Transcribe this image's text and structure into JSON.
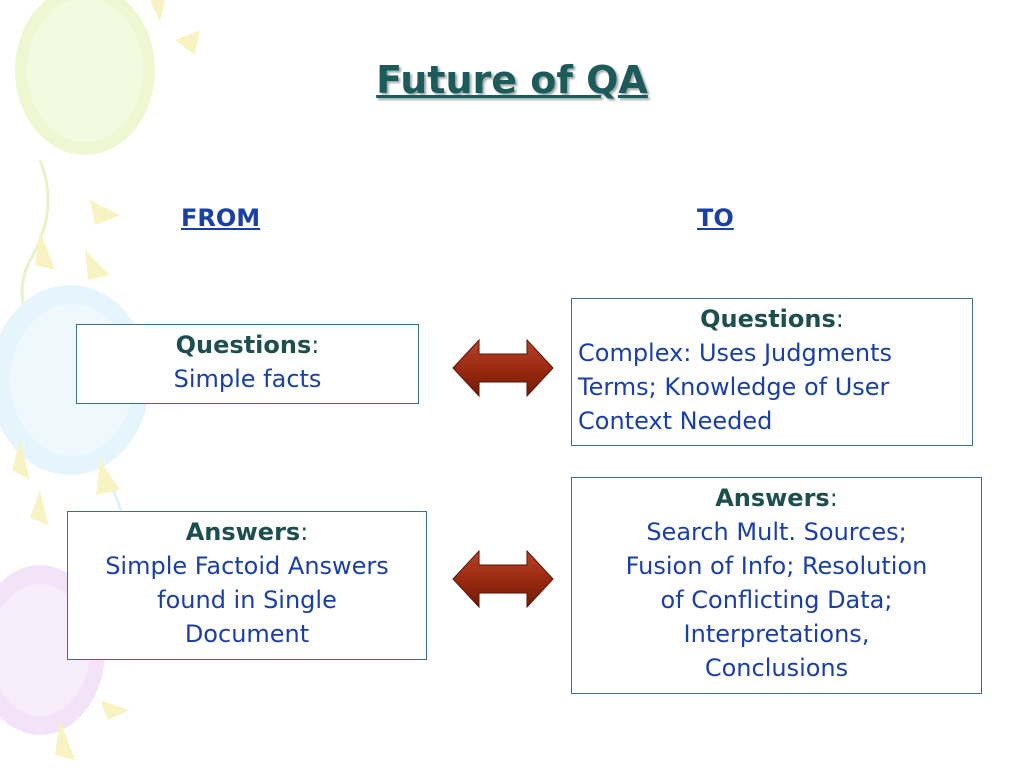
{
  "slide": {
    "title": "Future of QA",
    "from_heading": "FROM",
    "to_heading": "TO"
  },
  "from": {
    "questions": {
      "label": "Questions",
      "colon": ":",
      "text": "Simple facts"
    },
    "answers": {
      "label": "Answers",
      "colon": ":",
      "lines": [
        "Simple Factoid Answers",
        "found in Single",
        "Document"
      ]
    }
  },
  "to": {
    "questions": {
      "label": "Questions",
      "colon": ":",
      "lines": [
        "Complex: Uses Judgments",
        "Terms; Knowledge of User",
        "Context Needed"
      ]
    },
    "answers": {
      "label": "Answers",
      "colon": ":",
      "lines": [
        "Search Mult. Sources;",
        "Fusion of Info; Resolution",
        "of Conflicting Data;",
        "Interpretations,",
        "Conclusions"
      ]
    }
  },
  "icons": {
    "arrow_color": "#9b2b10",
    "decor": "balloon-decoration-icon"
  },
  "colors": {
    "title": "#1d5a5a",
    "heading_link": "#1a3fa6",
    "body_text": "#1a3fa6",
    "box_border": "#3a6f8e"
  }
}
